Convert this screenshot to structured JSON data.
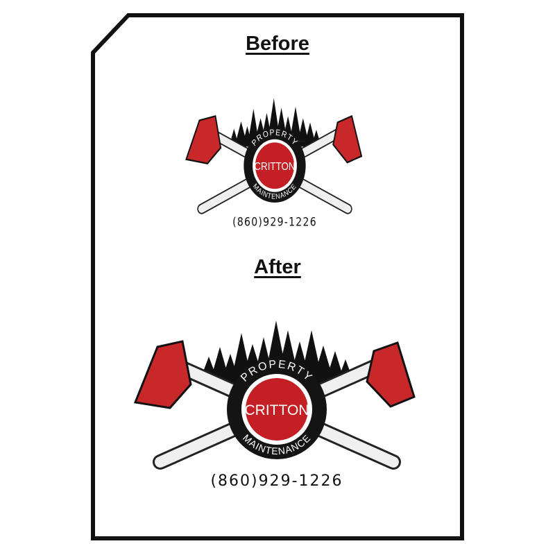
{
  "page": {
    "before_heading": "Before",
    "after_heading": "After"
  },
  "logo": {
    "word_top": "PROPERTY",
    "name": "CRITTON",
    "word_bottom": "MAINTENANCE",
    "phone": "(860)929-1226"
  },
  "colors": {
    "frame": "#111111",
    "axe_head": "#c8282a",
    "seal_ring": "#141414",
    "seal_center": "#c41f24",
    "tree": "#111111",
    "handle": "#efefef"
  },
  "icons": [
    "axe-icon",
    "pine-tree-icon",
    "seal-emblem"
  ]
}
